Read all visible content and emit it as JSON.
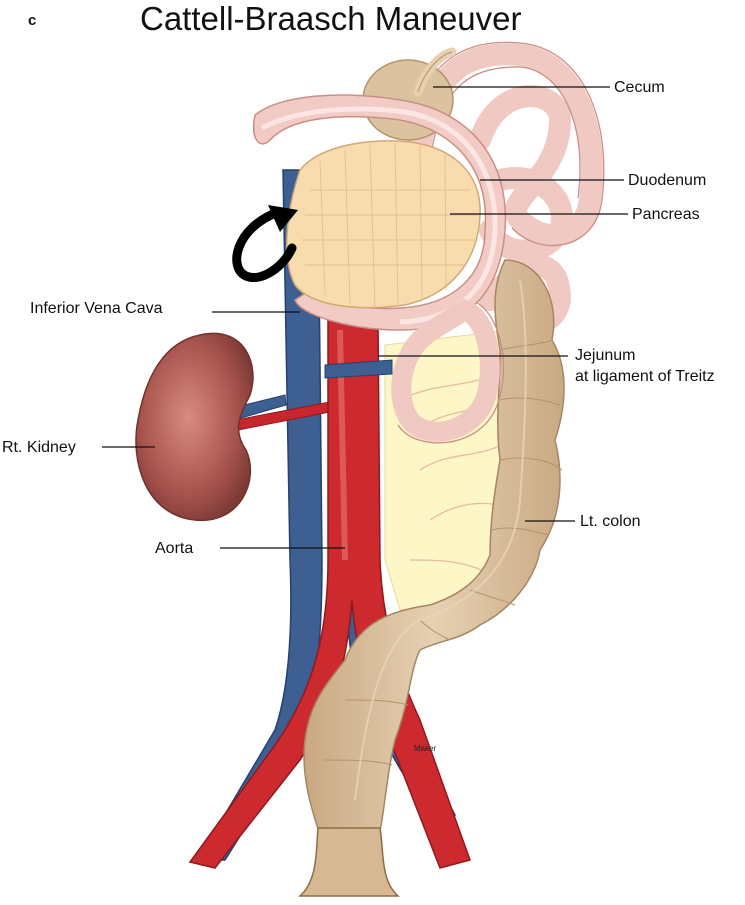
{
  "figure": {
    "panel_letter": "c",
    "title": "Cattell-Braasch Maneuver"
  },
  "labels": {
    "cecum": "Cecum",
    "duodenum": "Duodenum",
    "pancreas": "Pancreas",
    "ivc": "Inferior Vena Cava",
    "jejunum_line1": "Jejunum",
    "jejunum_line2": "at ligament of Treitz",
    "kidney": "Rt. Kidney",
    "colon": "Lt. colon",
    "aorta": "Aorta"
  },
  "signature": "Maker",
  "colors": {
    "vein": "#3a5a8c",
    "artery": "#c8262c",
    "colon": "#d9bf9c",
    "small_bowel": "#efc9c2",
    "pancreas": "#f8dcae",
    "kidney": "#a8564f",
    "mesentery": "#fdf7cc"
  },
  "icons": [
    "rotation-arrow-icon"
  ]
}
